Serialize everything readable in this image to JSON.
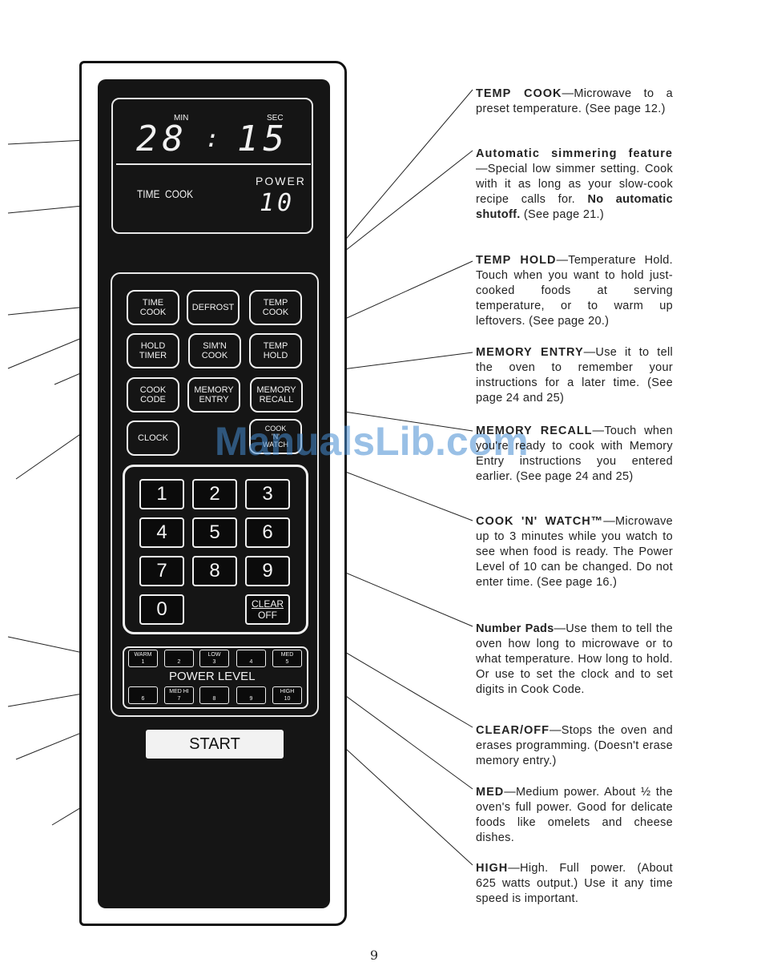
{
  "display": {
    "min_label": "MIN",
    "sec_label": "SEC",
    "time_minutes": "28",
    "time_separator": ":",
    "time_seconds": "15",
    "mode_text": "TIME  COOK",
    "power_label": "POWER",
    "power_value": "10"
  },
  "function_buttons": [
    {
      "label": "TIME\nCOOK"
    },
    {
      "label": "DEFROST"
    },
    {
      "label": "TEMP\nCOOK"
    },
    {
      "label": "HOLD\nTIMER"
    },
    {
      "label": "SIM'N\nCOOK"
    },
    {
      "label": "TEMP\nHOLD"
    },
    {
      "label": "COOK\nCODE"
    },
    {
      "label": "MEMORY\nENTRY"
    },
    {
      "label": "MEMORY\nRECALL"
    },
    {
      "label": "CLOCK"
    },
    {
      "label": "COOK\n'N'\nWATCH"
    }
  ],
  "number_pads": [
    "1",
    "2",
    "3",
    "4",
    "5",
    "6",
    "7",
    "8",
    "9",
    "0"
  ],
  "clear_off": {
    "line1": "CLEAR",
    "line2": "OFF"
  },
  "power_level": {
    "title": "POWER LEVEL",
    "row1": [
      {
        "top": "WARM",
        "num": "1"
      },
      {
        "top": "",
        "num": "2"
      },
      {
        "top": "LOW",
        "num": "3"
      },
      {
        "top": "",
        "num": "4"
      },
      {
        "top": "MED",
        "num": "5"
      }
    ],
    "row2": [
      {
        "top": "",
        "num": "6"
      },
      {
        "top": "MED HI",
        "num": "7"
      },
      {
        "top": "",
        "num": "8"
      },
      {
        "top": "",
        "num": "9"
      },
      {
        "top": "HIGH",
        "num": "10"
      }
    ]
  },
  "start_label": "START",
  "descriptions": [
    {
      "title": "TEMP COOK",
      "body": "—Microwave to a preset temperature. (See page 12.)"
    },
    {
      "title": "Automatic simmering feature",
      "body": " —Special low simmer setting. Cook with it as long as your slow-cook recipe calls for. ",
      "bold_tail": "No automatic shutoff.",
      "tail": " (See page 21.)"
    },
    {
      "title": "TEMP HOLD",
      "body": "—Temperature Hold. Touch when you want to hold just-cooked foods at serving temperature, or to warm up leftovers. (See page 20.)"
    },
    {
      "title": "MEMORY ENTRY",
      "body": "—Use it to tell the oven to remember your instructions for a later time. (See page 24 and 25)"
    },
    {
      "title": "MEMORY RECALL",
      "body": "—Touch when you're ready to cook with Memory Entry instructions you entered earlier. (See page 24 and 25)"
    },
    {
      "title": "COOK 'N' WATCH™",
      "body": "—Microwave up to 3 minutes while you watch to see when food is ready. The Power Level of 10 can be changed. Do not enter time. (See page 16.)"
    },
    {
      "title": "Number Pads",
      "body": "—Use them to tell the oven how long to microwave or to what temperature. How long to hold. Or use to set the clock and to set digits in Cook Code."
    },
    {
      "title": "CLEAR/OFF",
      "body": "—Stops the oven and erases programming. (Doesn't erase memory entry.)"
    },
    {
      "title": "MED",
      "body": "—Medium power. About ½ the oven's full power. Good for delicate foods like omelets and cheese dishes."
    },
    {
      "title": "HIGH",
      "body": "—High. Full power. (About 625 watts output.) Use it any time speed is important."
    }
  ],
  "watermark": "ManualsLib.com",
  "page_number": "9"
}
